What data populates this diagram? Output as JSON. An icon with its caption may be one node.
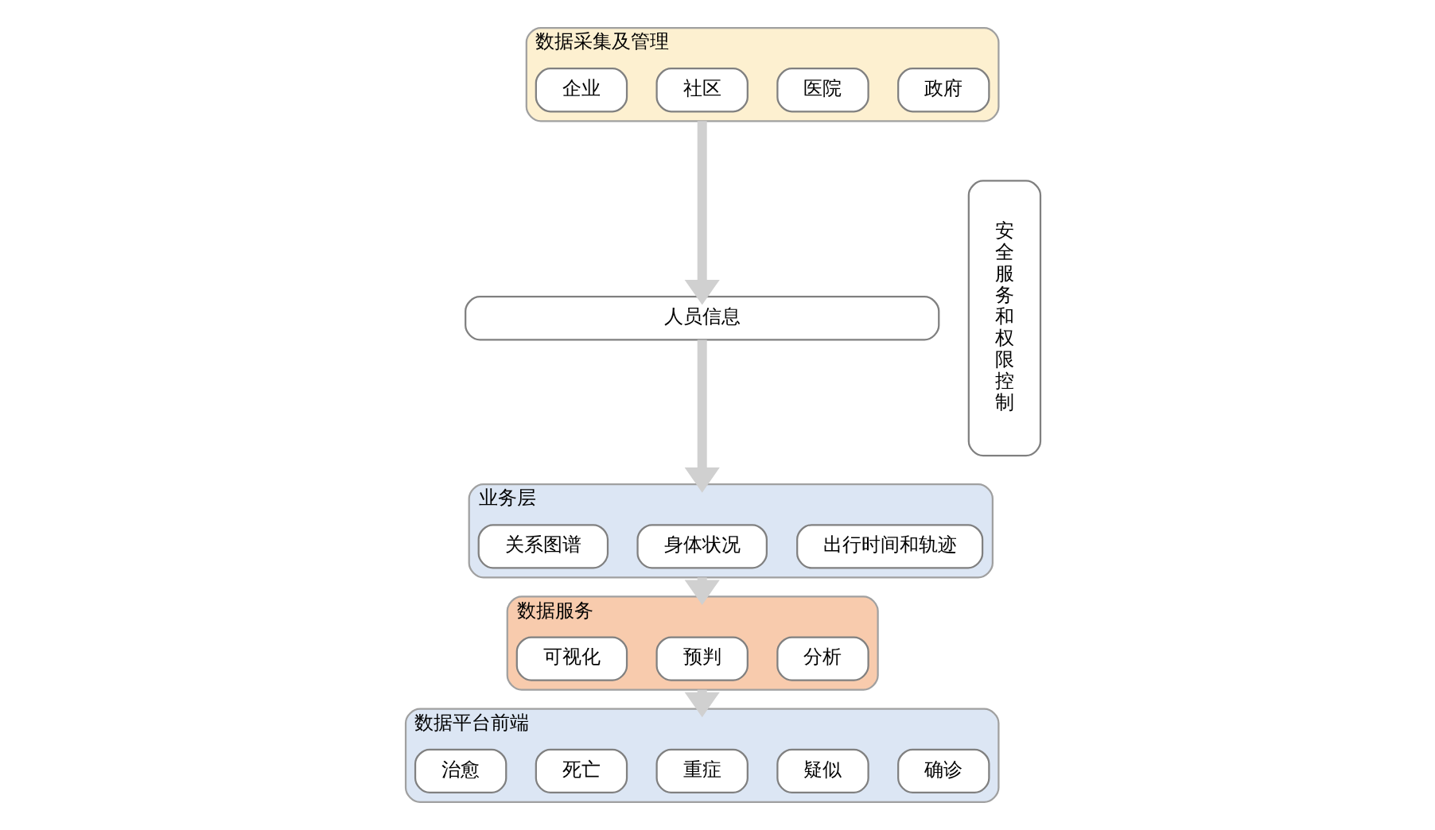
{
  "diagram": {
    "nodes": [
      {
        "text": [
          "数据采集及管理"
        ]
      },
      {
        "text": [
          "政府"
        ],
        "in": 0
      },
      {
        "text": [
          "医院"
        ],
        "in": 0
      },
      {
        "text": [
          "社区"
        ],
        "in": 0
      },
      {
        "text": [
          "企业"
        ],
        "in": 0
      },
      {
        "text": [
          "人员信息"
        ]
      },
      {
        "text": [
          "业务层"
        ]
      },
      {
        "text": [
          "出行时间和轨迹"
        ],
        "in": 6
      },
      {
        "text": [
          "身体状况"
        ],
        "in": 6
      },
      {
        "text": [
          "关系图谱"
        ],
        "in": 6
      },
      {
        "text": [
          "数据服务"
        ]
      },
      {
        "text": [
          "分析"
        ],
        "in": 10
      },
      {
        "text": [
          "预判"
        ],
        "in": 10
      },
      {
        "text": [
          "可视化"
        ],
        "in": 10
      },
      {
        "text": [
          "数据平台前端"
        ]
      },
      {
        "text": [
          "确诊"
        ],
        "in": 14
      },
      {
        "text": [
          "疑似"
        ],
        "in": 14
      },
      {
        "text": [
          "重症"
        ],
        "in": 14
      },
      {
        "text": [
          "死亡"
        ],
        "in": 14
      },
      {
        "text": [
          "治愈"
        ],
        "in": 14
      },
      {
        "text": [
          "安全服务和权限控制"
        ]
      }
    ],
    "edges": [
      {
        "from": 0,
        "to": 5,
        "arrow": "to"
      },
      {
        "from": 5,
        "to": 6,
        "arrow": "to"
      },
      {
        "from": 6,
        "to": 10,
        "arrow": "to"
      },
      {
        "from": 10,
        "to": 14,
        "arrow": "to"
      }
    ]
  }
}
